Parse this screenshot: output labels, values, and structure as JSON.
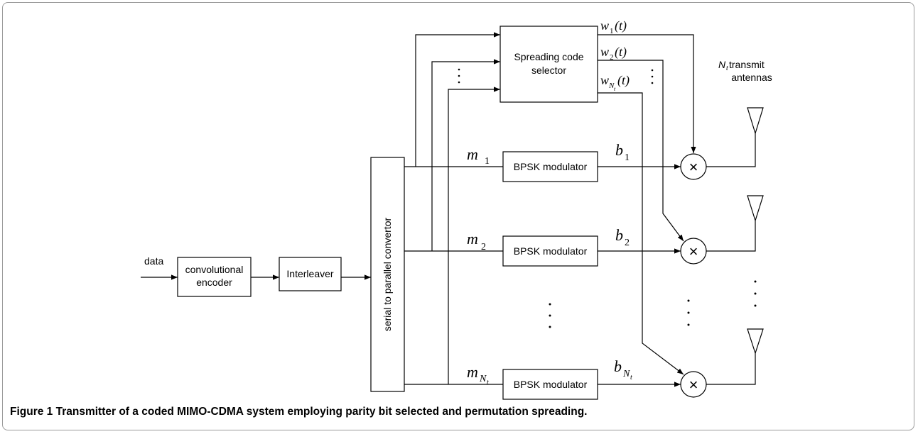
{
  "blocks": {
    "encoder_line1": "convolutional",
    "encoder_line2": "encoder",
    "interleaver": "Interleaver",
    "sp_converter": "serial to parallel convertor",
    "spreading_line1": "Spreading code",
    "spreading_line2": "selector",
    "bpsk": "BPSK modulator"
  },
  "labels": {
    "data": "data",
    "m1": "m",
    "m1_sub": "1",
    "m2": "m",
    "m2_sub": "2",
    "mN": "m",
    "mN_sub": "N",
    "mN_subsub": "t",
    "b1": "b",
    "b1_sub": "1",
    "b2": "b",
    "b2_sub": "2",
    "bN": "b",
    "bN_sub": "N",
    "bN_subsub": "t",
    "w1": "w",
    "w1_sub": "1",
    "w1_arg": "(t)",
    "w2": "w",
    "w2_sub": "2",
    "w2_arg": "(t)",
    "wN": "w",
    "wN_sub": "N",
    "wN_subsub": "t",
    "wN_arg": "(t)",
    "antennas_N": "N",
    "antennas_sub": "t",
    "antennas_text": "transmit",
    "antennas_line2": "antennas",
    "multiply_symbol": "×"
  },
  "caption": {
    "label": "Figure 1",
    "text": "Transmitter of a coded MIMO-CDMA system employing parity bit selected and permutation spreading."
  }
}
